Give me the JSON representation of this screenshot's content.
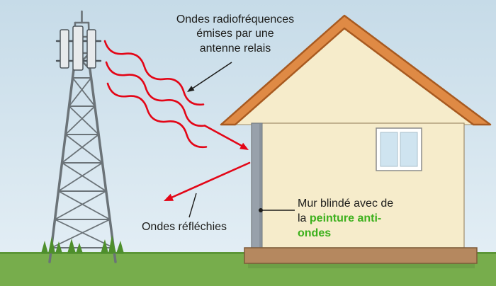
{
  "labels": {
    "rf_lines": [
      "Ondes radiofréquences",
      "émises par une",
      "antenne relais"
    ],
    "reflected_waves": "Ondes réfléchies",
    "shielded_wall_prefix": "Mur blindé avec de la ",
    "shielded_wall_highlight": "peinture anti-ondes"
  },
  "colors": {
    "wave_red": "#e30617",
    "highlight_green": "#3cb01c",
    "sky_top": "#c6dbe8",
    "sky_bottom": "#e6f0f6",
    "grass": "#77ad4c",
    "grass_dark": "#4e8f2c",
    "roof_orange": "#df8a45",
    "roof_outline": "#a85a20",
    "wall_cream": "#f6eccb",
    "shield_gray": "#98a1ab",
    "base_brown": "#b5885f",
    "tower_gray": "#6b7378",
    "text_black": "#1d1d1b"
  }
}
